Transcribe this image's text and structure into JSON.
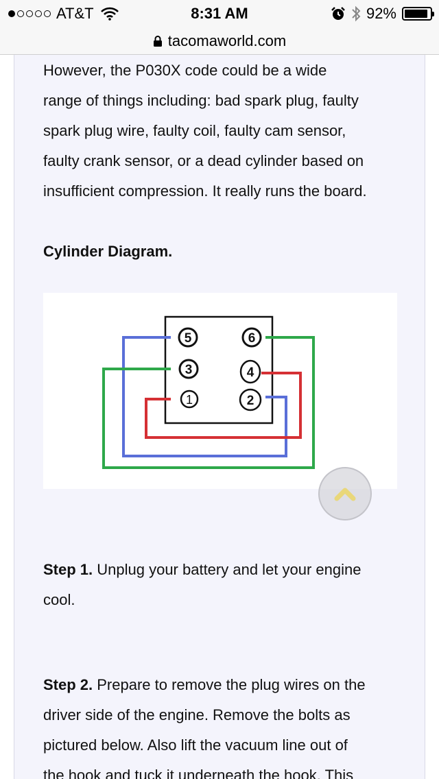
{
  "status_bar": {
    "carrier": "AT&T",
    "signal_bars_filled": 1,
    "signal_bars_total": 5,
    "time": "8:31 AM",
    "battery": "92%",
    "battery_level": 0.92,
    "icons": [
      "wifi-icon",
      "alarm-icon",
      "bluetooth-icon",
      "battery-icon"
    ]
  },
  "url_bar": {
    "domain": "tacomaworld.com",
    "icon": "lock-icon"
  },
  "article": {
    "intro_lines": [
      "However, the P030X code could be a wide",
      "range of things including: bad spark plug, faulty",
      "spark plug wire, faulty coil, faulty cam sensor,",
      "faulty crank sensor, or a dead cylinder based on",
      "insufficient compression. It really runs the board."
    ],
    "diagram_heading": "Cylinder Diagram.",
    "diagram": {
      "cylinders": [
        "5",
        "6",
        "3",
        "4",
        "1",
        "2"
      ],
      "wire_colors": {
        "blue": "#5a6fd8",
        "green": "#2ea84a",
        "red": "#d53034"
      }
    },
    "step1": {
      "label": "Step 1.",
      "line1": " Unplug your battery and let your engine",
      "line2": "cool."
    },
    "step2": {
      "label": "Step 2.",
      "line1": " Prepare to remove the plug wires on the",
      "lines": [
        "driver side of the engine. Remove the bolts as",
        "pictured below. Also lift the vacuum line out of",
        "the hook and tuck it underneath the hook. This"
      ]
    }
  },
  "scroll_top_button": {
    "icon": "chevron-up-icon",
    "color": "#e9d77a"
  }
}
